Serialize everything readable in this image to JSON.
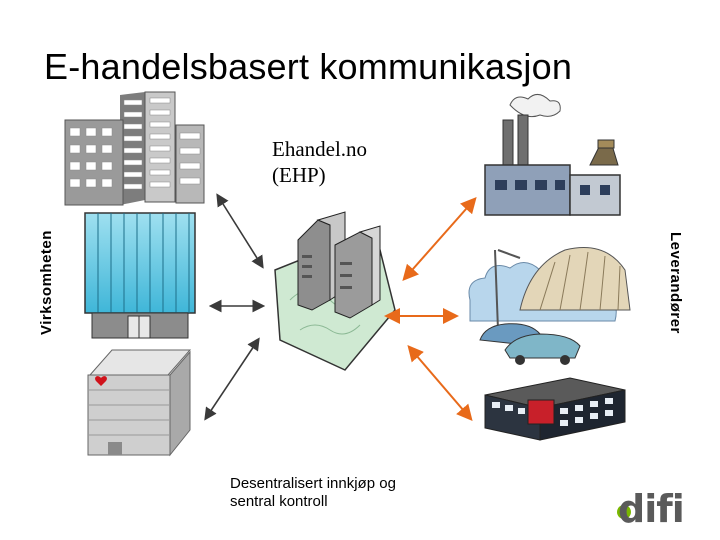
{
  "slide": {
    "title": "E-handelsbasert kommunikasjon",
    "hub_line1": "Ehandel.no",
    "hub_line2": "(EHP)",
    "left_label": "Virksomheten",
    "right_label": "Leverandører",
    "caption_line1": "Desentralisert innkjøp og",
    "caption_line2": "sentral kontroll",
    "logo_text": "difi"
  },
  "colors": {
    "left_arrows": "#3a3a3a",
    "right_arrows": "#e86a1a",
    "logo_text": "#5a5a5a",
    "logo_accent": "#7ab800"
  }
}
